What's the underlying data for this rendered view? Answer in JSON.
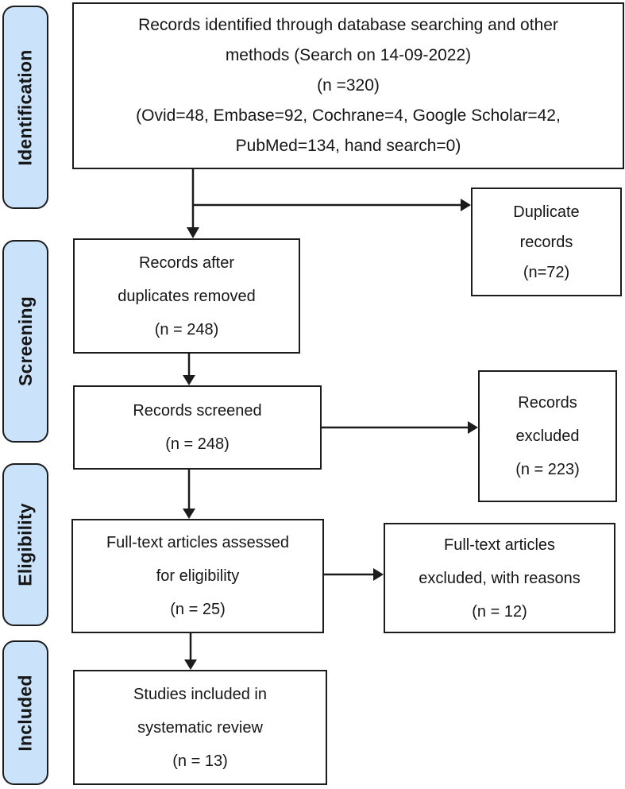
{
  "colors": {
    "stage_fill": "#cbe3fa",
    "border_color": "#1c1c1c",
    "box_fill": "#ffffff",
    "text_color": "#161616"
  },
  "stages": [
    {
      "label": "Identification"
    },
    {
      "label": "Screening"
    },
    {
      "label": "Eligibility"
    },
    {
      "label": "Included"
    }
  ],
  "boxes": {
    "identified": {
      "lines": [
        "Records identified through database searching and other",
        "methods (Search on 14-09-2022)",
        "(n =320)",
        "(Ovid=48, Embase=92, Cochrane=4, Google Scholar=42,",
        "PubMed=134, hand search=0)"
      ]
    },
    "duplicates": {
      "lines": [
        "Duplicate",
        "records",
        "(n=72)"
      ]
    },
    "deduped": {
      "lines": [
        "Records after",
        "duplicates removed",
        "(n = 248)"
      ]
    },
    "screened": {
      "lines": [
        "Records screened",
        "(n = 248)"
      ]
    },
    "screen_excluded": {
      "lines": [
        "Records",
        "excluded",
        "(n = 223)"
      ]
    },
    "fulltext": {
      "lines": [
        "Full-text articles assessed",
        "for eligibility",
        "(n = 25)"
      ]
    },
    "fulltext_excluded": {
      "lines": [
        "Full-text articles",
        "excluded, with reasons",
        "(n = 12)"
      ]
    },
    "included": {
      "lines": [
        "Studies included in",
        "systematic review",
        "(n = 13)"
      ]
    }
  }
}
